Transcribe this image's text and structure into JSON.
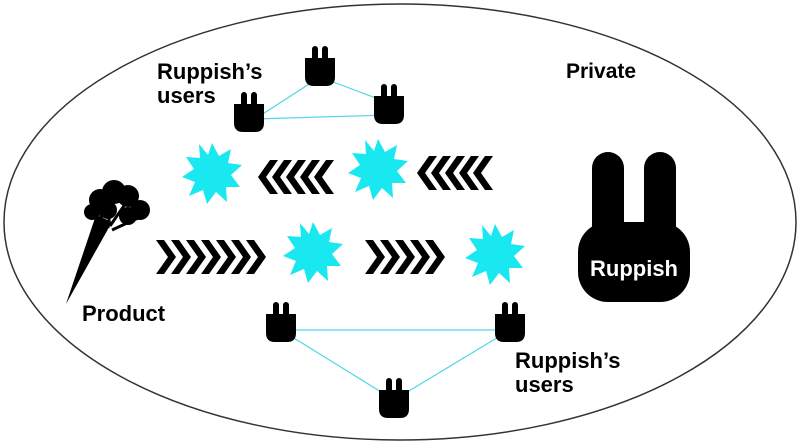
{
  "labels": {
    "users_top": "Ruppish’s\nusers",
    "private": "Private",
    "product": "Product",
    "ruppish": "Ruppish",
    "users_bottom": "Ruppish’s\nusers"
  },
  "colors": {
    "burst": "#19e8f0",
    "link": "#4fd6e6",
    "ink": "#000000",
    "outline": "#333333"
  },
  "icons": {
    "bunny": "bunny-icon",
    "burst": "burst-icon",
    "carrot": "carrot-icon",
    "chevrons": "chevron-arrow-icon"
  }
}
